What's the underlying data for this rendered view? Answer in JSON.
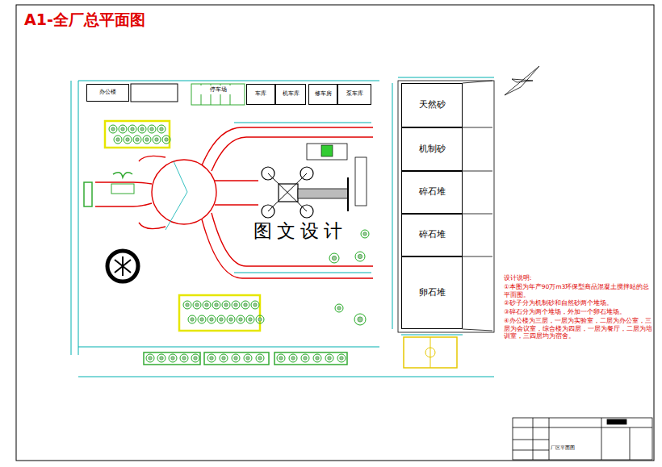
{
  "diagram": {
    "title": "A1-全厂总平面图",
    "nodes": [
      {
        "text": [
          "办公楼"
        ]
      },
      {
        "text": [
          "停车场"
        ]
      },
      {
        "text": [
          "车库"
        ]
      },
      {
        "text": [
          "机车库"
        ]
      },
      {
        "text": [
          "修车房"
        ]
      },
      {
        "text": [
          "泵车库"
        ]
      },
      {
        "text": [
          "天然砂"
        ]
      },
      {
        "text": [
          "机制砂"
        ]
      },
      {
        "text": [
          "碎石堆"
        ]
      },
      {
        "text": [
          "碎石堆"
        ]
      },
      {
        "text": [
          "卵石堆"
        ]
      }
    ],
    "labels": [
      "图文设计",
      "设计说明:",
      "①本图为年产90万m3环保型商品混凝土搅拌站的总平面图。",
      "②砂子分为机制砂和自然砂两个堆场。",
      "③碎石分为两个堆场，外加一个卵石堆场。",
      "④办公楼为三层，一层为实验室，二层为办公室，三层为会议室，综合楼为四层，一层为餐厅，二层为培训室，三四层均为宿舍。",
      "厂区平面图"
    ]
  }
}
